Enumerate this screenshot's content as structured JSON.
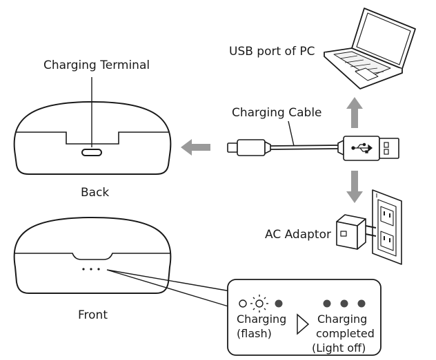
{
  "labels": {
    "charging_terminal": "Charging Terminal",
    "back": "Back",
    "front": "Front",
    "usb_port": "USB port of PC",
    "charging_cable": "Charging Cable",
    "ac_adaptor": "AC Adaptor"
  },
  "status_panel": {
    "charging": "Charging",
    "flash": "(flash)",
    "charging2": "Charging",
    "completed": "completed",
    "light_off": "(Light off)"
  },
  "colors": {
    "outline": "#1a1a1a",
    "arrow": "#9a9a9a",
    "led_on": "#4a4a4a"
  }
}
